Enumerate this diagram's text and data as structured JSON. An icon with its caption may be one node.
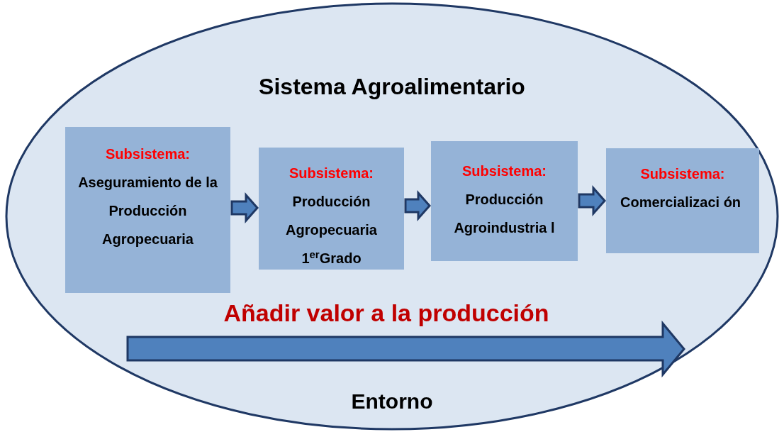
{
  "diagram": {
    "title": "Sistema Agroalimentario",
    "nodes": [
      {
        "text": [
          "Entorno"
        ]
      },
      {
        "text": [
          "Subsistema:",
          "Aseguramiento de la Producción Agropecuaria"
        ],
        "in": 0
      },
      {
        "text": [
          "Subsistema:",
          "Producción Agropecuaria 1$^{er}$Grado"
        ],
        "in": 0
      },
      {
        "text": [
          "Subsistema:",
          "Producción Agroindustria l"
        ],
        "in": 0
      },
      {
        "text": [
          "Subsistema:",
          "Comercializaci ón"
        ],
        "in": 0
      }
    ],
    "edges": [
      {
        "from": 1,
        "to": 2,
        "arrow": "to"
      },
      {
        "from": 2,
        "to": 3,
        "arrow": "to"
      },
      {
        "from": 3,
        "to": 4,
        "arrow": "to"
      }
    ],
    "labels": [
      "Añadir valor a la producción"
    ]
  }
}
